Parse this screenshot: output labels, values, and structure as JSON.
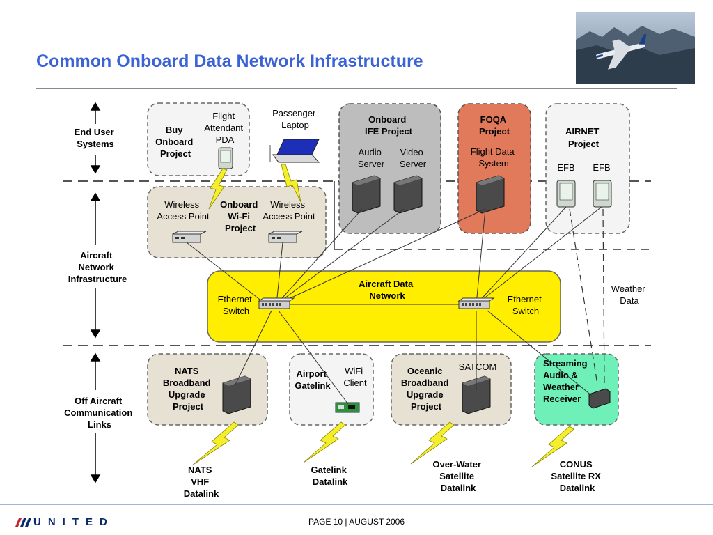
{
  "slide": {
    "title": "Common Onboard Data Network Infrastructure",
    "footer": "PAGE 10  |  AUGUST 2006",
    "logo_text": "UNITED"
  },
  "layers": {
    "end_user": [
      "End User",
      "Systems"
    ],
    "aircraft": [
      "Aircraft",
      "Network",
      "Infrastructure"
    ],
    "off_aircraft": [
      "Off Aircraft",
      "Communication",
      "Links"
    ]
  },
  "boxes": {
    "buy_onboard": [
      "Buy",
      "Onboard",
      "Project"
    ],
    "flight_attendant_pda": [
      "Flight",
      "Attendant",
      "PDA"
    ],
    "passenger_laptop": [
      "Passenger",
      "Laptop"
    ],
    "onboard_ife": [
      "Onboard",
      "IFE Project"
    ],
    "audio_server": [
      "Audio",
      "Server"
    ],
    "video_server": [
      "Video",
      "Server"
    ],
    "foqa": [
      "FOQA",
      "Project"
    ],
    "flight_data_system": [
      "Flight Data",
      "System"
    ],
    "airnet": [
      "AIRNET",
      "Project"
    ],
    "efb_1": "EFB",
    "efb_2": "EFB",
    "wireless_ap_1": [
      "Wireless",
      "Access Point"
    ],
    "onboard_wifi": [
      "Onboard",
      "Wi-Fi",
      "Project"
    ],
    "wireless_ap_2": [
      "Wireless",
      "Access Point"
    ],
    "aircraft_data_network": [
      "Aircraft Data",
      "Network"
    ],
    "ethernet_switch_1": [
      "Ethernet",
      "Switch"
    ],
    "ethernet_switch_2": [
      "Ethernet",
      "Switch"
    ],
    "weather_data": [
      "Weather",
      "Data"
    ],
    "nats_broadband": [
      "NATS",
      "Broadband",
      "Upgrade",
      "Project"
    ],
    "airport_gatelink": [
      "Airport",
      "Gatelink"
    ],
    "wifi_client": [
      "WiFi",
      "Client"
    ],
    "oceanic_broadband": [
      "Oceanic",
      "Broadband",
      "Upgrade",
      "Project"
    ],
    "satcom": "SATCOM",
    "streaming": [
      "Streaming",
      "Audio &",
      "Weather",
      "Receiver"
    ]
  },
  "datalinks": {
    "nats_vhf": [
      "NATS",
      "VHF",
      "Datalink"
    ],
    "gatelink": [
      "Gatelink",
      "Datalink"
    ],
    "over_water": [
      "Over-Water",
      "Satellite",
      "Datalink"
    ],
    "conus": [
      "CONUS",
      "Satellite RX",
      "Datalink"
    ]
  },
  "colors": {
    "title": "#3b63d6",
    "network_fill": "#ffee00",
    "foqa_fill": "#e07a5a",
    "ife_fill": "#bdbdbd",
    "wifi_fill": "#e6e1d2",
    "streaming_fill": "#6ff0b8",
    "logo": "#0b2a6b"
  }
}
